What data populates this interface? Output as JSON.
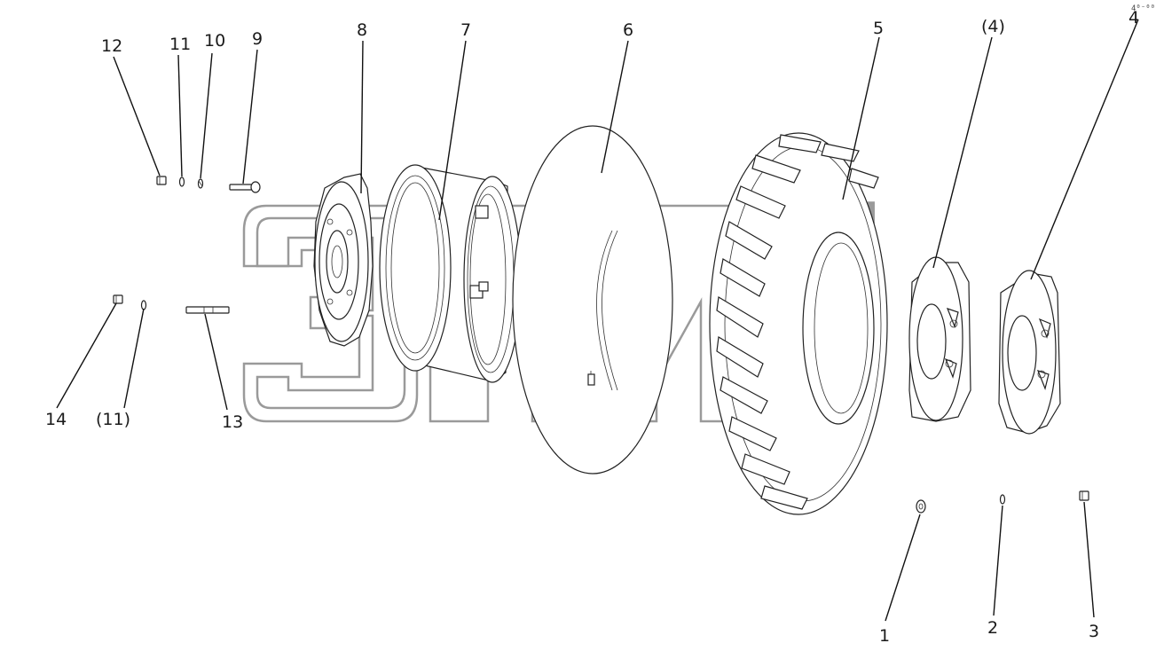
{
  "callouts": {
    "c1": "1",
    "c2": "2",
    "c3": "3",
    "c4": "4",
    "c4b": "(4)",
    "c5": "5",
    "c6": "6",
    "c7": "7",
    "c8": "8",
    "c9": "9",
    "c10": "10",
    "c11": "11",
    "c11b": "(11)",
    "c12": "12",
    "c13": "13",
    "c14": "14"
  },
  "corner_mark": "4⁰⁻⁰⁰⁰",
  "watermark": {
    "trademark": "TM"
  },
  "colors": {
    "line": "#222222",
    "watermark": "#9a9a9a",
    "background": "#ffffff"
  }
}
